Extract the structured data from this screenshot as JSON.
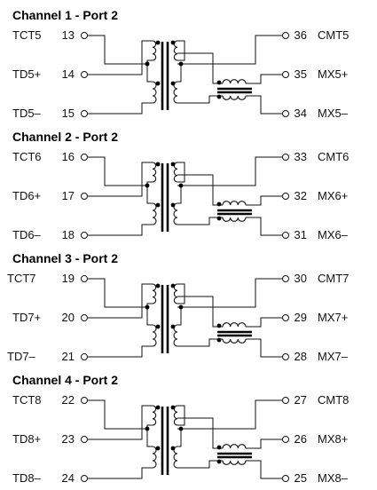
{
  "channels": [
    {
      "title": "Channel 1 - Port 2",
      "left_pins": [
        {
          "name": "TCT5",
          "num": "13"
        },
        {
          "name": "TD5+",
          "num": "14"
        },
        {
          "name": "TD5–",
          "num": "15"
        }
      ],
      "right_pins": [
        {
          "num": "36",
          "name": "CMT5"
        },
        {
          "num": "35",
          "name": "MX5+"
        },
        {
          "num": "34",
          "name": "MX5–"
        }
      ]
    },
    {
      "title": "Channel 2 - Port 2",
      "left_pins": [
        {
          "name": "TCT6",
          "num": "16"
        },
        {
          "name": "TD6+",
          "num": "17"
        },
        {
          "name": "TD6–",
          "num": "18"
        }
      ],
      "right_pins": [
        {
          "num": "33",
          "name": "CMT6"
        },
        {
          "num": "32",
          "name": "MX6+"
        },
        {
          "num": "31",
          "name": "MX6–"
        }
      ]
    },
    {
      "title": "Channel 3 - Port 2",
      "left_pins": [
        {
          "name": "TCT7",
          "num": "19"
        },
        {
          "name": "TD7+",
          "num": "20"
        },
        {
          "name": "TD7–",
          "num": "21"
        }
      ],
      "right_pins": [
        {
          "num": "30",
          "name": "CMT7"
        },
        {
          "num": "29",
          "name": "MX7+"
        },
        {
          "num": "28",
          "name": "MX7–"
        }
      ]
    },
    {
      "title": "Channel 4 - Port 2",
      "left_pins": [
        {
          "name": "TCT8",
          "num": "22"
        },
        {
          "name": "TD8+",
          "num": "23"
        },
        {
          "name": "TD8–",
          "num": "24"
        }
      ],
      "right_pins": [
        {
          "num": "27",
          "name": "CMT8"
        },
        {
          "num": "26",
          "name": "MX8+"
        },
        {
          "num": "25",
          "name": "MX8–"
        }
      ]
    }
  ]
}
